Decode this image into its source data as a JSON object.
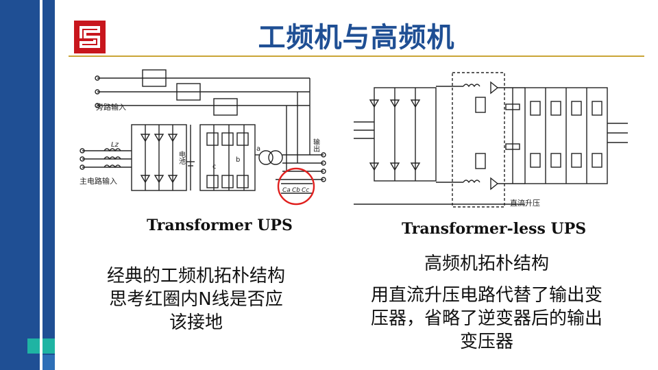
{
  "title": "工频机与高频机",
  "left": {
    "diagram_labels": {
      "bypass_input": "旁路输入",
      "main_input": "主电路输入",
      "battery": "电池",
      "output": "输出",
      "inductor": "Lz",
      "node_a": "a",
      "node_b": "b",
      "node_c": "c",
      "caps": [
        "Ca",
        "Cb",
        "Cc"
      ]
    },
    "caption": "Transformer UPS",
    "text_lines": [
      "经典的工频机拓朴结构",
      "思考红圈内N线是否应",
      "该接地"
    ]
  },
  "right": {
    "diagram_labels": {
      "dc_boost": "直流升压"
    },
    "caption": "Transformer-less UPS",
    "subtitle": "高频机拓朴结构",
    "text_lines": [
      "用直流升压电路代替了输出变",
      "压器，省略了逆变器后的输出",
      "变压器"
    ]
  },
  "colors": {
    "accent_blue": "#1f4f94",
    "gold_rule": "#c9a436",
    "teal": "#1fb4a3",
    "logo_red": "#c8161d",
    "highlight_circle": "#e0201e"
  }
}
